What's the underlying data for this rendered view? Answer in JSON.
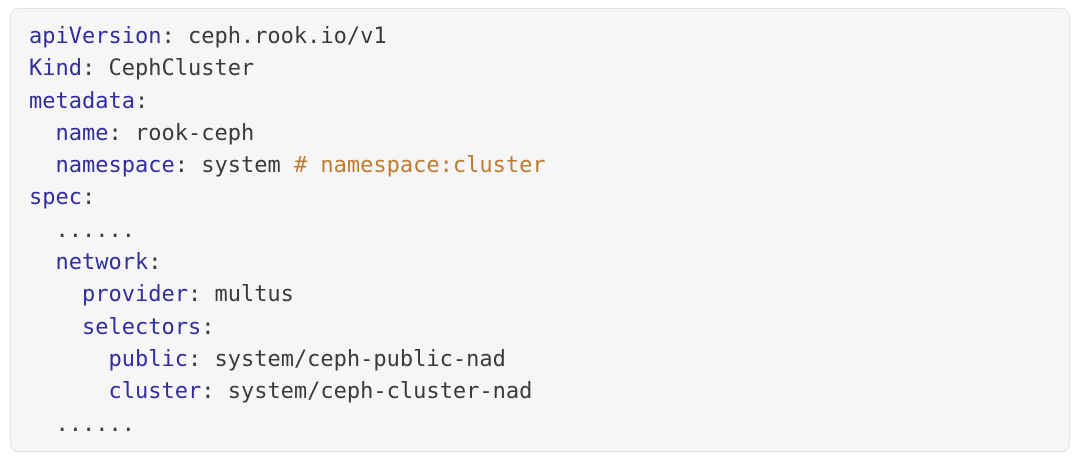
{
  "window": {
    "background_color": "#ffffff"
  },
  "code_block": {
    "language": "yaml",
    "background_color": "#f6f6f7",
    "border_color": "#e3e3e6",
    "token_colors": {
      "key": "#322e9f",
      "value": "#3b3b3d",
      "comment": "#bf7c31",
      "indent": "#3b3b3d"
    },
    "lines": [
      [
        {
          "text": "apiVersion",
          "type": "key"
        },
        {
          "text": ": ",
          "type": "value"
        },
        {
          "text": "ceph.rook.io/v1",
          "type": "value"
        }
      ],
      [
        {
          "text": "Kind",
          "type": "key"
        },
        {
          "text": ": ",
          "type": "value"
        },
        {
          "text": "CephCluster",
          "type": "value"
        }
      ],
      [
        {
          "text": "metadata",
          "type": "key"
        },
        {
          "text": ":",
          "type": "value"
        }
      ],
      [
        {
          "text": "  ",
          "type": "indent"
        },
        {
          "text": "name",
          "type": "key"
        },
        {
          "text": ": ",
          "type": "value"
        },
        {
          "text": "rook-ceph",
          "type": "value"
        }
      ],
      [
        {
          "text": "  ",
          "type": "indent"
        },
        {
          "text": "namespace",
          "type": "key"
        },
        {
          "text": ": ",
          "type": "value"
        },
        {
          "text": "system ",
          "type": "value"
        },
        {
          "text": "# namespace:cluster",
          "type": "comment"
        }
      ],
      [
        {
          "text": "spec",
          "type": "key"
        },
        {
          "text": ":",
          "type": "value"
        }
      ],
      [
        {
          "text": "  ",
          "type": "indent"
        },
        {
          "text": "......",
          "type": "value"
        }
      ],
      [
        {
          "text": "  ",
          "type": "indent"
        },
        {
          "text": "network",
          "type": "key"
        },
        {
          "text": ":",
          "type": "value"
        }
      ],
      [
        {
          "text": "    ",
          "type": "indent"
        },
        {
          "text": "provider",
          "type": "key"
        },
        {
          "text": ": ",
          "type": "value"
        },
        {
          "text": "multus",
          "type": "value"
        }
      ],
      [
        {
          "text": "    ",
          "type": "indent"
        },
        {
          "text": "selectors",
          "type": "key"
        },
        {
          "text": ":",
          "type": "value"
        }
      ],
      [
        {
          "text": "      ",
          "type": "indent"
        },
        {
          "text": "public",
          "type": "key"
        },
        {
          "text": ": ",
          "type": "value"
        },
        {
          "text": "system/ceph-public-nad",
          "type": "value"
        }
      ],
      [
        {
          "text": "      ",
          "type": "indent"
        },
        {
          "text": "cluster",
          "type": "key"
        },
        {
          "text": ": ",
          "type": "value"
        },
        {
          "text": "system/ceph-cluster-nad",
          "type": "value"
        }
      ],
      [
        {
          "text": "  ",
          "type": "indent"
        },
        {
          "text": "......",
          "type": "value"
        }
      ]
    ]
  }
}
